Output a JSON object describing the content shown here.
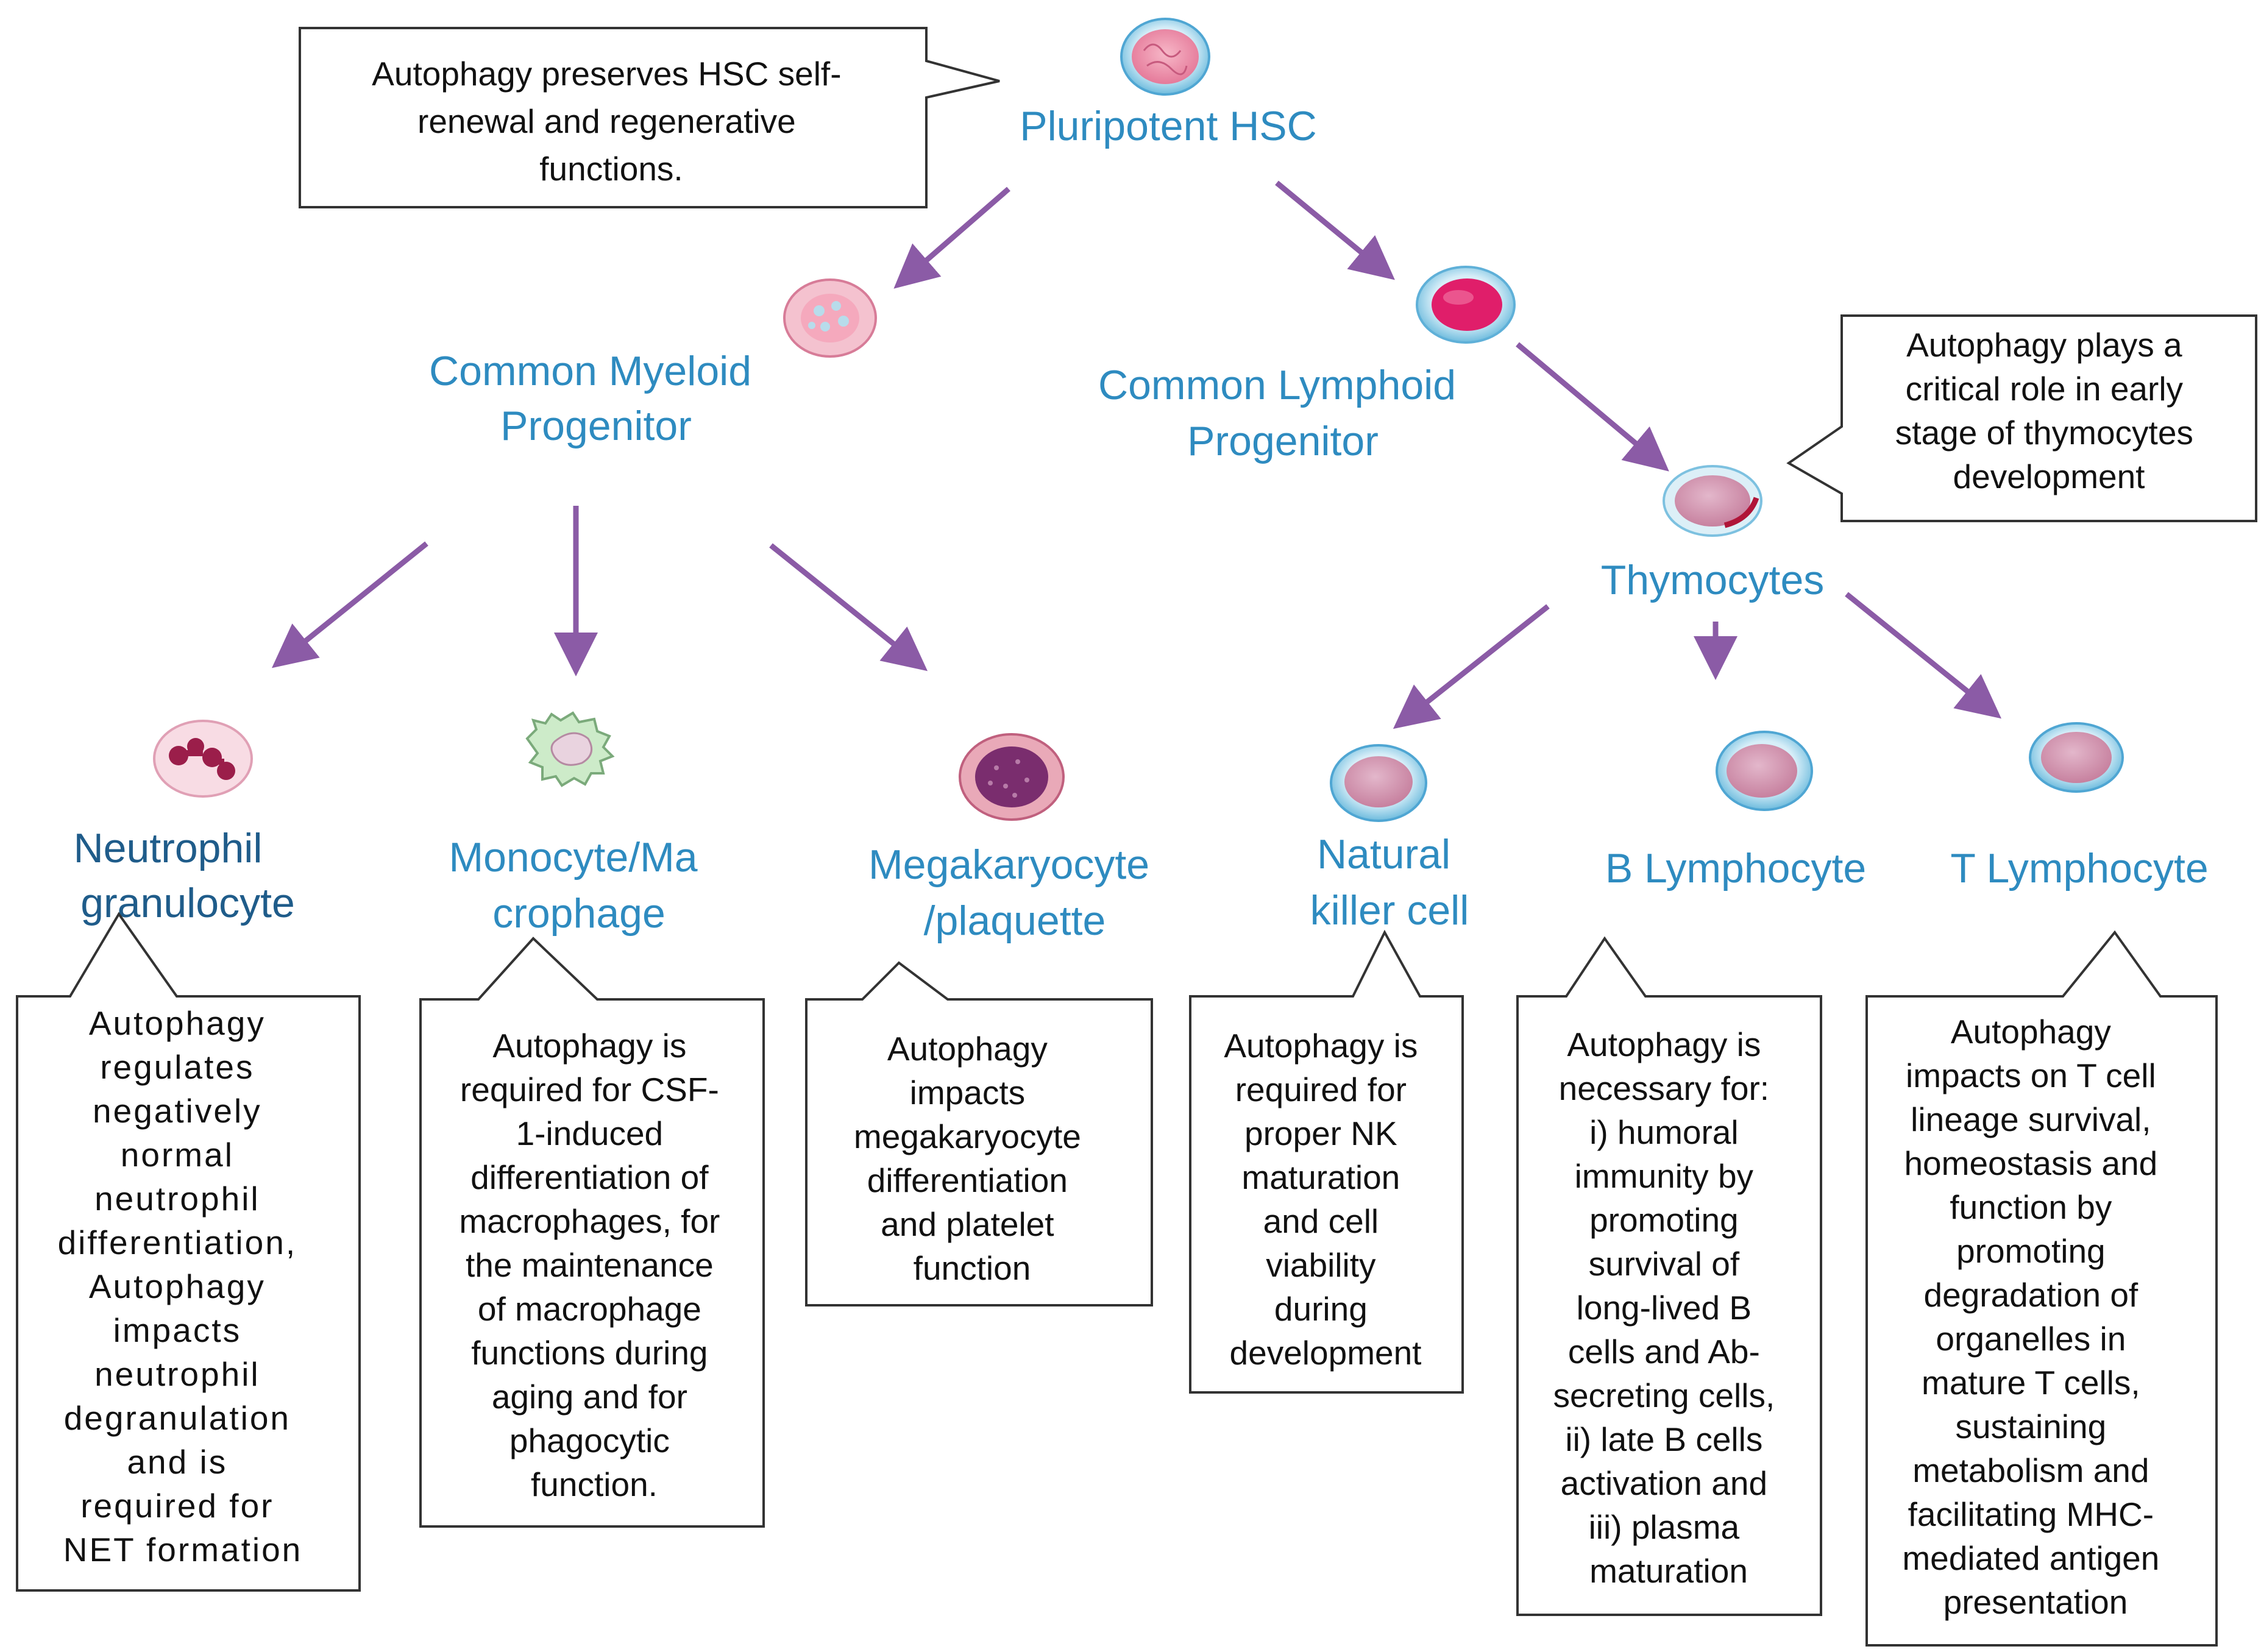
{
  "nodes": {
    "hsc": {
      "label": "Pluripotent HSC"
    },
    "cmp": {
      "label_lines": [
        "Common Myeloid",
        "Progenitor"
      ]
    },
    "clp": {
      "label_lines": [
        "Common Lymphoid",
        "Progenitor"
      ]
    },
    "thymocytes": {
      "label": "Thymocytes"
    },
    "neutrophil": {
      "label_lines": [
        "Neutrophil",
        "granulocyte"
      ]
    },
    "monocyte": {
      "label_lines": [
        "Monocyte/Ma",
        "crophage"
      ]
    },
    "megakaryocyte": {
      "label_lines": [
        "Megakaryocyte",
        "/plaquette"
      ]
    },
    "nk": {
      "label_lines": [
        "Natural",
        "killer cell"
      ]
    },
    "b_lymphocyte": {
      "label": "B Lymphocyte"
    },
    "t_lymphocyte": {
      "label": "T Lymphocyte"
    }
  },
  "callouts": {
    "hsc": [
      "Autophagy preserves HSC self-",
      "renewal and regenerative",
      "functions."
    ],
    "thymocytes": [
      "Autophagy plays a",
      "critical role in early",
      "stage of thymocytes",
      "development"
    ],
    "neutrophil": [
      "Autophagy",
      "regulates",
      "negatively",
      "normal",
      "neutrophil",
      "differentiation,",
      "Autophagy",
      "impacts",
      "neutrophil",
      "degranulation",
      "and is",
      "required for",
      "NET formation"
    ],
    "monocyte": [
      "Autophagy is",
      "required for CSF-",
      "1-induced",
      "differentiation of",
      "macrophages, for",
      "the maintenance",
      "of macrophage",
      "functions during",
      "aging and for",
      "phagocytic",
      "function."
    ],
    "megakaryocyte": [
      "Autophagy",
      "impacts",
      "megakaryocyte",
      "differentiation",
      "and platelet",
      "function"
    ],
    "nk": [
      "Autophagy is",
      "required for",
      "proper NK",
      "maturation",
      "and cell",
      "viability",
      "during",
      "development"
    ],
    "b_lymphocyte": [
      "Autophagy is",
      "necessary for:",
      "i) humoral",
      "immunity by",
      "promoting",
      "survival of",
      "long-lived B",
      "cells and Ab-",
      "secreting cells,",
      "ii) late B cells",
      "activation and",
      "iii) plasma",
      "maturation"
    ],
    "t_lymphocyte": [
      "Autophagy",
      "impacts on T cell",
      "lineage survival,",
      "homeostasis and",
      "function by",
      "promoting",
      "degradation of",
      "organelles in",
      "mature T cells,",
      "sustaining",
      "metabolism and",
      "facilitating MHC-",
      "mediated antigen",
      "presentation"
    ]
  },
  "colors": {
    "label_blue": "#2E8BC0",
    "label_dark_blue": "#1F5C8A",
    "arrow_purple": "#8B5BA6"
  },
  "icons": {
    "hsc": "stem-cell-icon",
    "cmp": "myeloid-progenitor-cell-icon",
    "clp": "lymphoid-progenitor-cell-icon",
    "thymocytes": "thymocyte-cell-icon",
    "neutrophil": "neutrophil-cell-icon",
    "monocyte": "macrophage-cell-icon",
    "megakaryocyte": "megakaryocyte-cell-icon",
    "nk": "nk-cell-icon",
    "b_lymphocyte": "b-cell-icon",
    "t_lymphocyte": "t-cell-icon"
  }
}
